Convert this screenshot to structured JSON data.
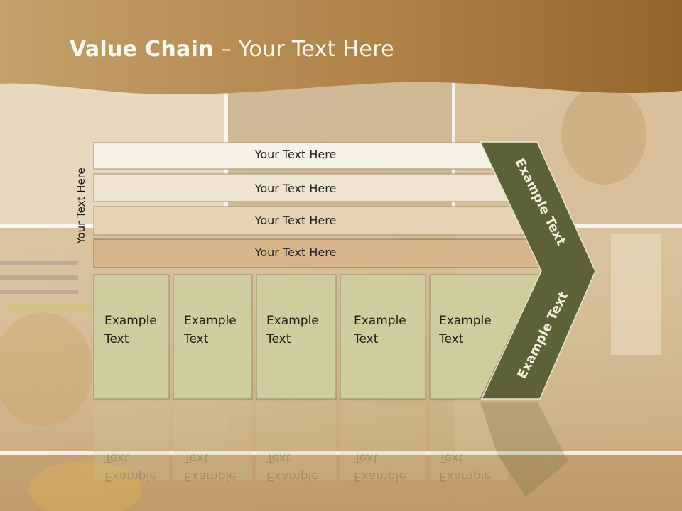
{
  "title": {
    "bold": "Value Chain",
    "rest": " – Your Text Here"
  },
  "side_label": "Your Text Here",
  "bars": [
    {
      "label": "Your Text Here"
    },
    {
      "label": "Your Text Here"
    },
    {
      "label": "Your Text Here"
    },
    {
      "label": "Your Text Here"
    }
  ],
  "columns": [
    {
      "line1": "Example",
      "line2": "Text"
    },
    {
      "line1": "Example",
      "line2": "Text"
    },
    {
      "line1": "Example",
      "line2": "Text"
    },
    {
      "line1": "Example",
      "line2": "Text"
    },
    {
      "line1": "Example",
      "line2": "Text"
    }
  ],
  "chevron": {
    "upper": "Example Text",
    "lower": "Example Text"
  },
  "colors": {
    "header": "#a77a3a",
    "bar1": "#f7f1e6",
    "bar2": "#efe4d2",
    "bar3": "#e6d3b4",
    "bar4": "#d7b48a",
    "column": "#cfcd9d",
    "chevron": "#5d6136"
  }
}
